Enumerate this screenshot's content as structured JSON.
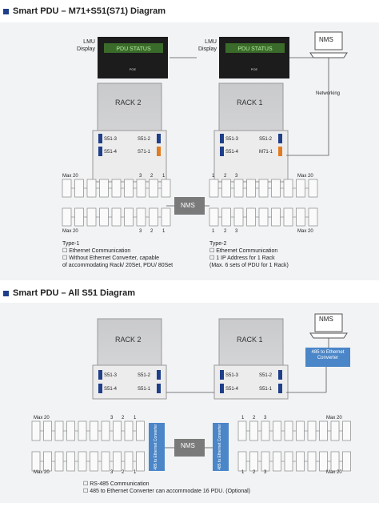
{
  "section1": {
    "title": "Smart PDU – M71+S51(S71) Diagram",
    "lmu_label": [
      "LMU",
      "Display"
    ],
    "lmu_screen": "PDU STATUS",
    "lmu_brand": "POE",
    "rack2": {
      "name": "RACK 2",
      "labels": [
        "S51-3",
        "S51-4",
        "S51-2",
        "S71-1"
      ]
    },
    "rack1": {
      "name": "RACK 1",
      "labels": [
        "S51-3",
        "S51-4",
        "S51-2",
        "M71-1"
      ]
    },
    "nms": "NMS",
    "networking": "Networking",
    "center_nms": "NMS",
    "left_numbers_top": [
      "Max 20",
      "3",
      "2",
      "1"
    ],
    "left_numbers_bottom": [
      "Max 20",
      "3",
      "2",
      "1"
    ],
    "right_numbers_top": [
      "1",
      "2",
      "3",
      "Max 20"
    ],
    "right_numbers_bottom": [
      "1",
      "2",
      "3",
      "Max 20"
    ],
    "type1": {
      "title": "Type-1",
      "lines": [
        "☐  Ethernet Communication",
        "☐  Without Ethernet Converter, capable",
        "     of accommodating Rack/ 20Set, PDU/ 80Set"
      ]
    },
    "type2": {
      "title": "Type-2",
      "lines": [
        "☐  Ethernet Communication",
        "☐  1 IP Address for 1 Rack",
        "     (Max. 6 sets of PDU for 1 Rack)"
      ]
    }
  },
  "section2": {
    "title": "Smart PDU – All S51 Diagram",
    "rack2": {
      "name": "RACK 2",
      "labels": [
        "S51-3",
        "S51-4",
        "S51-2",
        "S51-1"
      ]
    },
    "rack1": {
      "name": "RACK 1",
      "labels": [
        "S51-3",
        "S51-4",
        "S51-2",
        "S51-1"
      ]
    },
    "nms": "NMS",
    "converter_box": "485 to Ethernet Converter",
    "vertical_converter": "485 to Ethernet Converter",
    "center_nms": "NMS",
    "left_numbers_top": [
      "Max 20",
      "3",
      "2",
      "1"
    ],
    "left_numbers_bottom": [
      "Max 20",
      "3",
      "2",
      "1"
    ],
    "right_numbers_top": [
      "1",
      "2",
      "3",
      "Max 20"
    ],
    "right_numbers_bottom": [
      "1",
      "2",
      "3",
      "Max 20"
    ],
    "notes": [
      "☐  RS-485 Communication",
      "☐  485 to Ethernet Converter can accommodate 16 PDU. (Optional)"
    ]
  },
  "colors": {
    "accent": "#1f3f8a",
    "converter": "#4a86c8",
    "orange": "#e07b22",
    "panel": "#f2f3f5"
  }
}
